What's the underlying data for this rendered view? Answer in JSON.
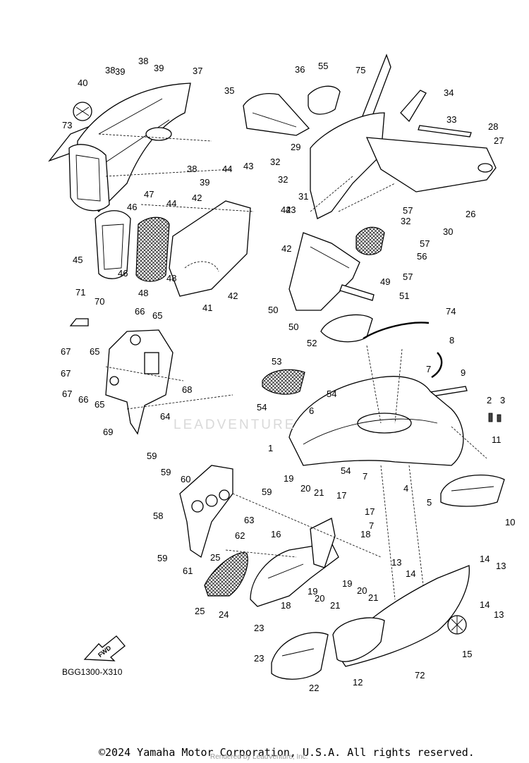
{
  "diagram": {
    "code": "BGG1300-X310",
    "fwd_label": "FWD",
    "copyright": "©2024 Yamaha Motor Corporation, U.S.A. All rights reserved.",
    "watermark": "LEADVENTURE",
    "rendered_by": "Rendered by LeadVenture, Inc."
  },
  "callouts": [
    "1",
    "2",
    "3",
    "4",
    "5",
    "6",
    "7",
    "7",
    "7",
    "8",
    "9",
    "10",
    "11",
    "12",
    "13",
    "13",
    "13",
    "14",
    "14",
    "14",
    "15",
    "16",
    "17",
    "17",
    "18",
    "18",
    "19",
    "19",
    "19",
    "20",
    "20",
    "20",
    "21",
    "21",
    "21",
    "22",
    "23",
    "23",
    "24",
    "25",
    "25",
    "26",
    "27",
    "28",
    "29",
    "30",
    "31",
    "32",
    "32",
    "32",
    "33",
    "34",
    "35",
    "36",
    "37",
    "38",
    "38",
    "38",
    "39",
    "39",
    "39",
    "40",
    "41",
    "42",
    "42",
    "42",
    "42",
    "43",
    "43",
    "44",
    "44",
    "45",
    "46",
    "46",
    "47",
    "48",
    "48",
    "49",
    "50",
    "50",
    "51",
    "52",
    "53",
    "54",
    "54",
    "54",
    "55",
    "56",
    "57",
    "57",
    "57",
    "58",
    "59",
    "59",
    "59",
    "59",
    "60",
    "61",
    "62",
    "63",
    "64",
    "65",
    "65",
    "65",
    "66",
    "66",
    "67",
    "67",
    "67",
    "68",
    "69",
    "70",
    "71",
    "72",
    "73",
    "74",
    "75"
  ]
}
